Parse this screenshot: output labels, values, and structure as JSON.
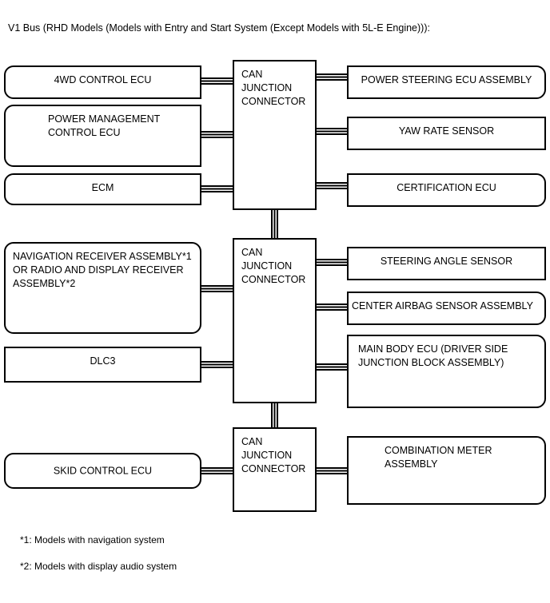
{
  "title": "V1 Bus (RHD Models (Models with Entry and Start System (Except Models with 5L-E Engine))):",
  "junctions": [
    {
      "line1": "CAN",
      "line2": "JUNCTION",
      "line3": "CONNECTOR"
    },
    {
      "line1": "CAN",
      "line2": "JUNCTION",
      "line3": "CONNECTOR"
    },
    {
      "line1": "CAN",
      "line2": "JUNCTION",
      "line3": "CONNECTOR"
    }
  ],
  "left_nodes": [
    {
      "label": "4WD CONTROL ECU"
    },
    {
      "label": "POWER MANAGEMENT\nCONTROL ECU"
    },
    {
      "label": "ECM"
    },
    {
      "label": "NAVIGATION RECEIVER ASSEMBLY*1\nOR RADIO AND DISPLAY RECEIVER\nASSEMBLY*2"
    },
    {
      "label": "DLC3"
    },
    {
      "label": "SKID CONTROL ECU"
    }
  ],
  "right_nodes": [
    {
      "label": "POWER STEERING ECU ASSEMBLY"
    },
    {
      "label": "YAW RATE SENSOR"
    },
    {
      "label": "CERTIFICATION ECU"
    },
    {
      "label": "STEERING ANGLE SENSOR"
    },
    {
      "label": "CENTER AIRBAG SENSOR ASSEMBLY"
    },
    {
      "label": "MAIN BODY ECU (DRIVER SIDE\nJUNCTION BLOCK ASSEMBLY)"
    },
    {
      "label": "COMBINATION METER\nASSEMBLY"
    }
  ],
  "footnotes": [
    {
      "text": "*1: Models with navigation system"
    },
    {
      "text": "*2: Models with display audio system"
    }
  ],
  "colors": {
    "line": "#000000",
    "background": "#ffffff",
    "text": "#000000"
  }
}
